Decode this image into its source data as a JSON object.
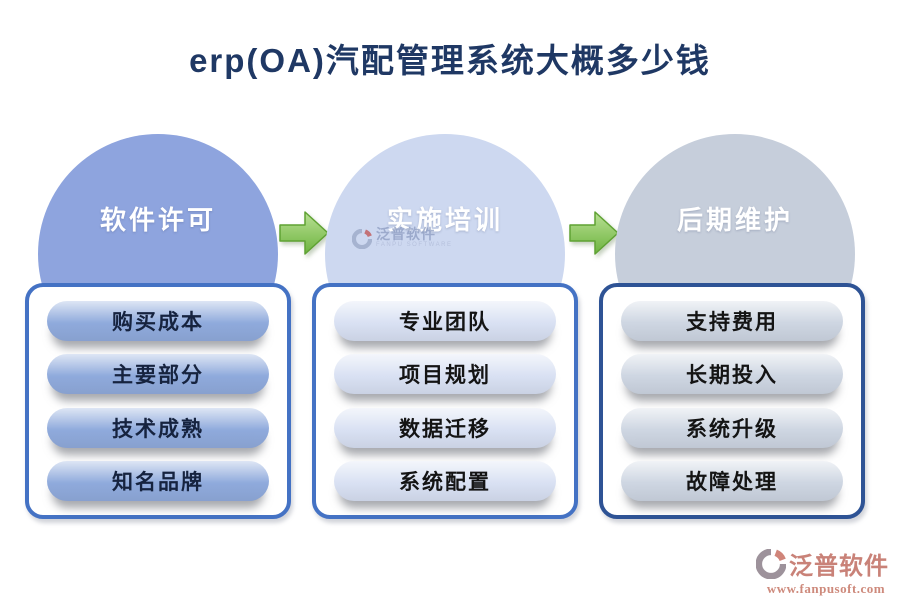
{
  "title": "erp(OA)汽配管理系统大概多少钱",
  "title_color": "#1F3864",
  "arrow_color": "#7BBE4A",
  "columns": [
    {
      "heading": "软件许可",
      "items": [
        "购买成本",
        "主要部分",
        "技术成熟",
        "知名品牌"
      ],
      "circle_color": "#8EA4DE",
      "pill_color": "#8FAADC",
      "border_color": "#4472C4",
      "item_text_color": "#16233F"
    },
    {
      "heading": "实施培训",
      "items": [
        "专业团队",
        "项目规划",
        "数据迁移",
        "系统配置"
      ],
      "circle_color": "#CDD8F0",
      "pill_color": "#D9E1F3",
      "border_color": "#4472C4",
      "item_text_color": "#141414"
    },
    {
      "heading": "后期维护",
      "items": [
        "支持费用",
        "长期投入",
        "系统升级",
        "故障处理"
      ],
      "circle_color": "#C6CEDB",
      "pill_color": "#CED6E2",
      "border_color": "#2E5395",
      "item_text_color": "#141414"
    }
  ],
  "watermark_center": {
    "brand": "泛普软件",
    "subtext": "FANPU SOFTWARE"
  },
  "footer_logo": {
    "brand": "泛普软件",
    "url": "www.fanpusoft.com",
    "color": "#C98278"
  }
}
